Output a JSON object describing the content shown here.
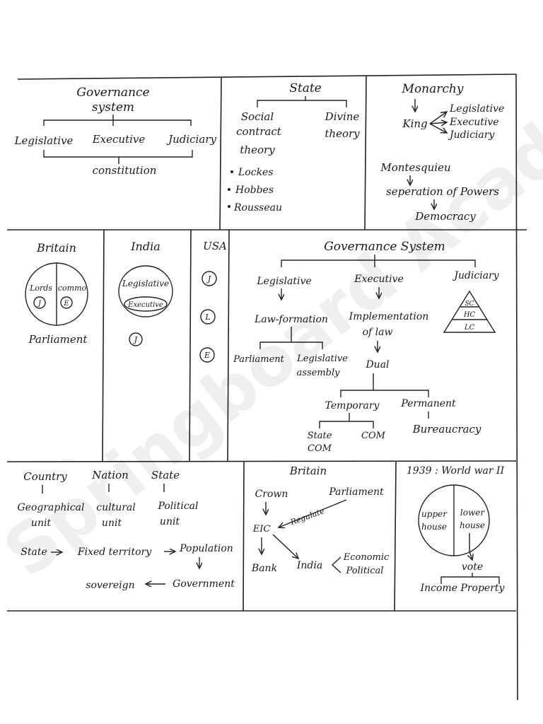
{
  "watermark": "Springboard Academy",
  "cell_governance_system_1": {
    "title_line1": "Governance",
    "title_line2": "system",
    "legislative": "Legislative",
    "executive": "Executive",
    "judiciary": "Judiciary",
    "constitution": "constitution"
  },
  "cell_state": {
    "title": "State",
    "social_line1": "Social",
    "social_line2": "contract",
    "social_line3": "theory",
    "divine_line1": "Divine",
    "divine_line2": "theory",
    "bullets": [
      "Lockes",
      "Hobbes",
      "Rousseau"
    ]
  },
  "cell_monarchy": {
    "title": "Monarchy",
    "king": "King",
    "branches": [
      "Legislative",
      "Executive",
      "Judiciary"
    ],
    "montesquieu": "Montesquieu",
    "separation": "seperation of Powers",
    "democracy": "Democracy"
  },
  "cell_britain_1": {
    "title": "Britain",
    "lords": "Lords",
    "commons": "commo",
    "j": "J",
    "e": "E",
    "parliament": "Parliament"
  },
  "cell_india": {
    "title": "India",
    "legislative": "Legislative",
    "executive": "Executive",
    "j": "J"
  },
  "cell_usa": {
    "title": "USA",
    "circles": [
      "J",
      "L",
      "E"
    ]
  },
  "cell_governance_system_2": {
    "title": "Governance System",
    "legislative": "Legislative",
    "executive": "Executive",
    "judiciary": "Judiciary",
    "law_formation": "Law-formation",
    "implementation_line1": "Implementation",
    "implementation_line2": "of law",
    "parliament": "Parliament",
    "assembly_line1": "Legislative",
    "assembly_line2": "assembly",
    "dual": "Dual",
    "temporary": "Temporary",
    "permanent": "Permanent",
    "state_com_line1": "State",
    "state_com_line2": "COM",
    "com": "COM",
    "bureaucracy": "Bureaucracy",
    "courts": [
      "SC",
      "HC",
      "LC"
    ]
  },
  "cell_country": {
    "country": "Country",
    "nation": "Nation",
    "state": "State",
    "geo_line1": "Geographical",
    "geo_line2": "unit",
    "cultural_line1": "cultural",
    "cultural_line2": "unit",
    "political_line1": "Political",
    "political_line2": "unit",
    "state_label": "State",
    "fixed_territory": "Fixed territory",
    "population": "Population",
    "sovereign": "sovereign",
    "government": "Government"
  },
  "cell_britain_2": {
    "title": "Britain",
    "crown": "Crown",
    "parliament": "Parliament",
    "regulate": "Regulate",
    "eic": "EIC",
    "bank": "Bank",
    "india": "India",
    "economic": "Economic",
    "political": "Political"
  },
  "cell_ww2": {
    "title": "1939 : World war II",
    "upper_line1": "upper",
    "upper_line2": "house",
    "lower_line1": "lower",
    "lower_line2": "house",
    "vote": "vote",
    "income_property": "Income Property"
  }
}
